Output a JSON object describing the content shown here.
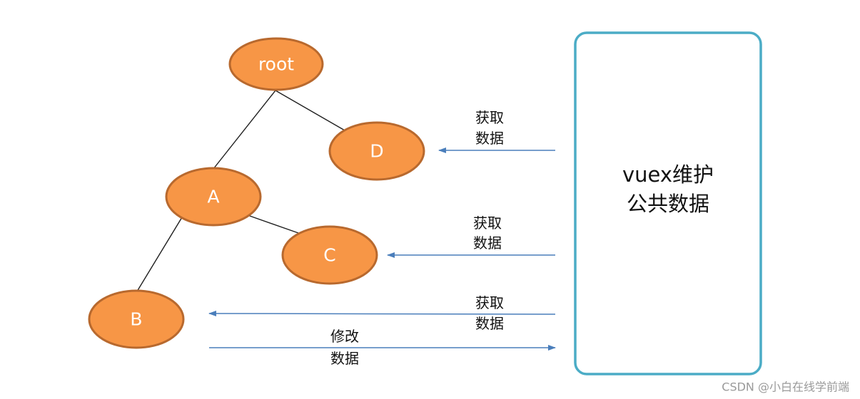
{
  "nodes": {
    "root": {
      "label": "root"
    },
    "d": {
      "label": "D"
    },
    "a": {
      "label": "A"
    },
    "c": {
      "label": "C"
    },
    "b": {
      "label": "B"
    }
  },
  "store": {
    "line1": "vuex维护",
    "line2": "公共数据"
  },
  "arrows": {
    "to_d": {
      "line1": "获取",
      "line2": "数据"
    },
    "to_c": {
      "line1": "获取",
      "line2": "数据"
    },
    "to_b": {
      "line1": "获取",
      "line2": "数据"
    },
    "from_b": {
      "line1": "修改",
      "line2": "数据"
    }
  },
  "watermark": "CSDN @小白在线学前端",
  "colors": {
    "node_fill": "#f79646",
    "node_stroke": "#b8692e",
    "node_text": "#ffffff",
    "store_border": "#4bacc6",
    "arrow": "#4a7ebb",
    "watermark": "#9a9a9a"
  }
}
